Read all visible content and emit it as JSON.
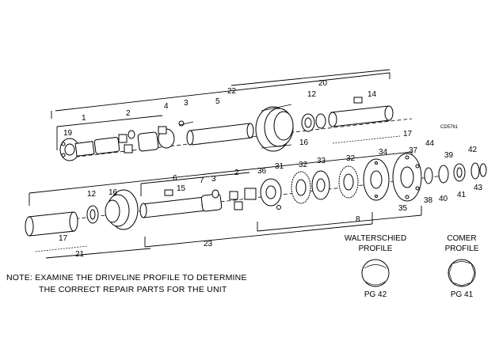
{
  "drawing_code": "CD5761",
  "callouts": {
    "c1": "1",
    "c2a": "2",
    "c2b": "2",
    "c3a": "3",
    "c3b": "3",
    "c4": "4",
    "c5": "5",
    "c6": "6",
    "c7": "7",
    "c8": "8",
    "c12a": "12",
    "c12b": "12",
    "c14": "14",
    "c15": "15",
    "c16a": "16",
    "c16b": "16",
    "c17a": "17",
    "c17b": "17",
    "c19": "19",
    "c20": "20",
    "c21": "21",
    "c22": "22",
    "c23": "23",
    "c31": "31",
    "c32a": "32",
    "c32b": "32",
    "c33": "33",
    "c34": "34",
    "c35": "35",
    "c36": "36",
    "c37": "37",
    "c38": "38",
    "c39": "39",
    "c40": "40",
    "c41": "41",
    "c42": "42",
    "c43": "43",
    "c44": "44"
  },
  "note": {
    "line1": "NOTE: EXAMINE THE DRIVELINE PROFILE TO DETERMINE",
    "line2": "THE CORRECT REPAIR PARTS FOR THE UNIT"
  },
  "profiles": [
    {
      "name_line1": "WALTERSCHIED",
      "name_line2": "PROFILE",
      "page": "PG 42"
    },
    {
      "name_line1": "COMER",
      "name_line2": "PROFILE",
      "page": "PG 41"
    }
  ]
}
